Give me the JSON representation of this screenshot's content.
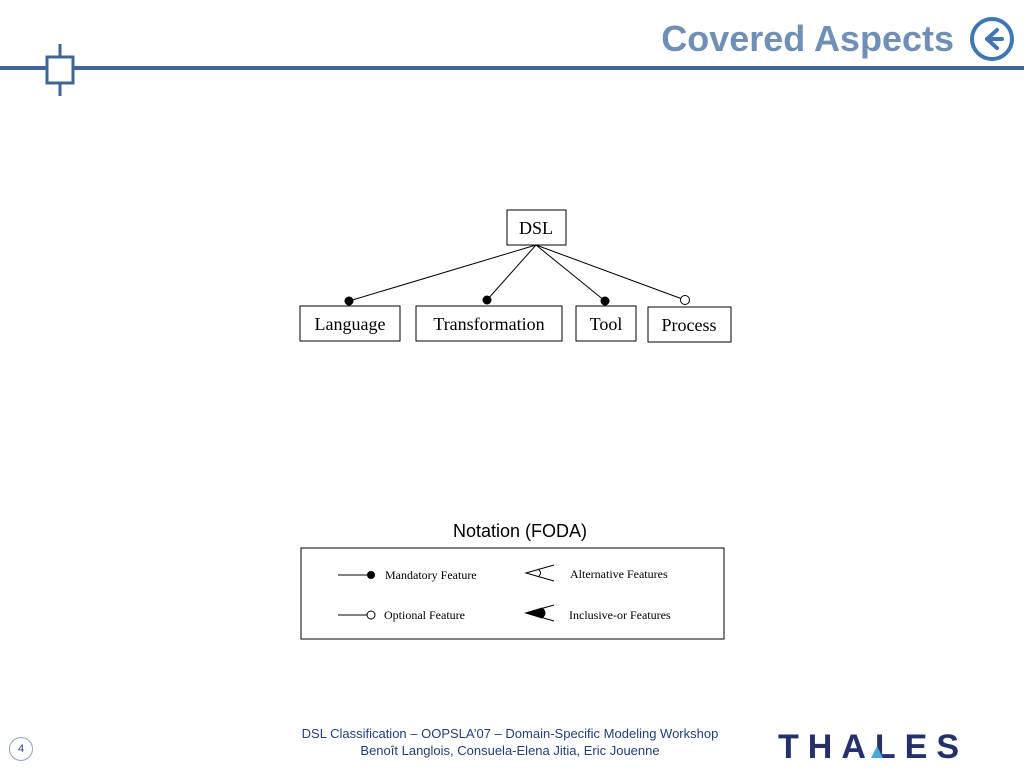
{
  "slide": {
    "title": "Covered Aspects",
    "page_number": "4"
  },
  "feature_diagram": {
    "root": "DSL",
    "features": [
      {
        "label": "Language",
        "type": "mandatory"
      },
      {
        "label": "Transformation",
        "type": "mandatory"
      },
      {
        "label": "Tool",
        "type": "mandatory"
      },
      {
        "label": "Process",
        "type": "optional"
      }
    ]
  },
  "notation": {
    "heading": "Notation (FODA)",
    "mandatory_label": "Mandatory Feature",
    "optional_label": "Optional Feature",
    "alternative_label": "Alternative Features",
    "inclusive_or_label": "Inclusive-or Features"
  },
  "footer": {
    "line1": "DSL Classification – OOPSLA’07 – Domain-Specific Modeling Workshop",
    "line2": "Benoît Langlois, Consuela-Elena Jitia, Eric Jouenne"
  },
  "logo": {
    "text": "THALES"
  },
  "icons": {
    "back": "back-arrow-icon",
    "corner": "crosshair-square-icon"
  },
  "colors": {
    "title": "#6f8fb7",
    "rule": "#3f6496",
    "footer_text": "#1f3f7a",
    "logo": "#25306b",
    "logo_accent": "#4aa8d8"
  }
}
